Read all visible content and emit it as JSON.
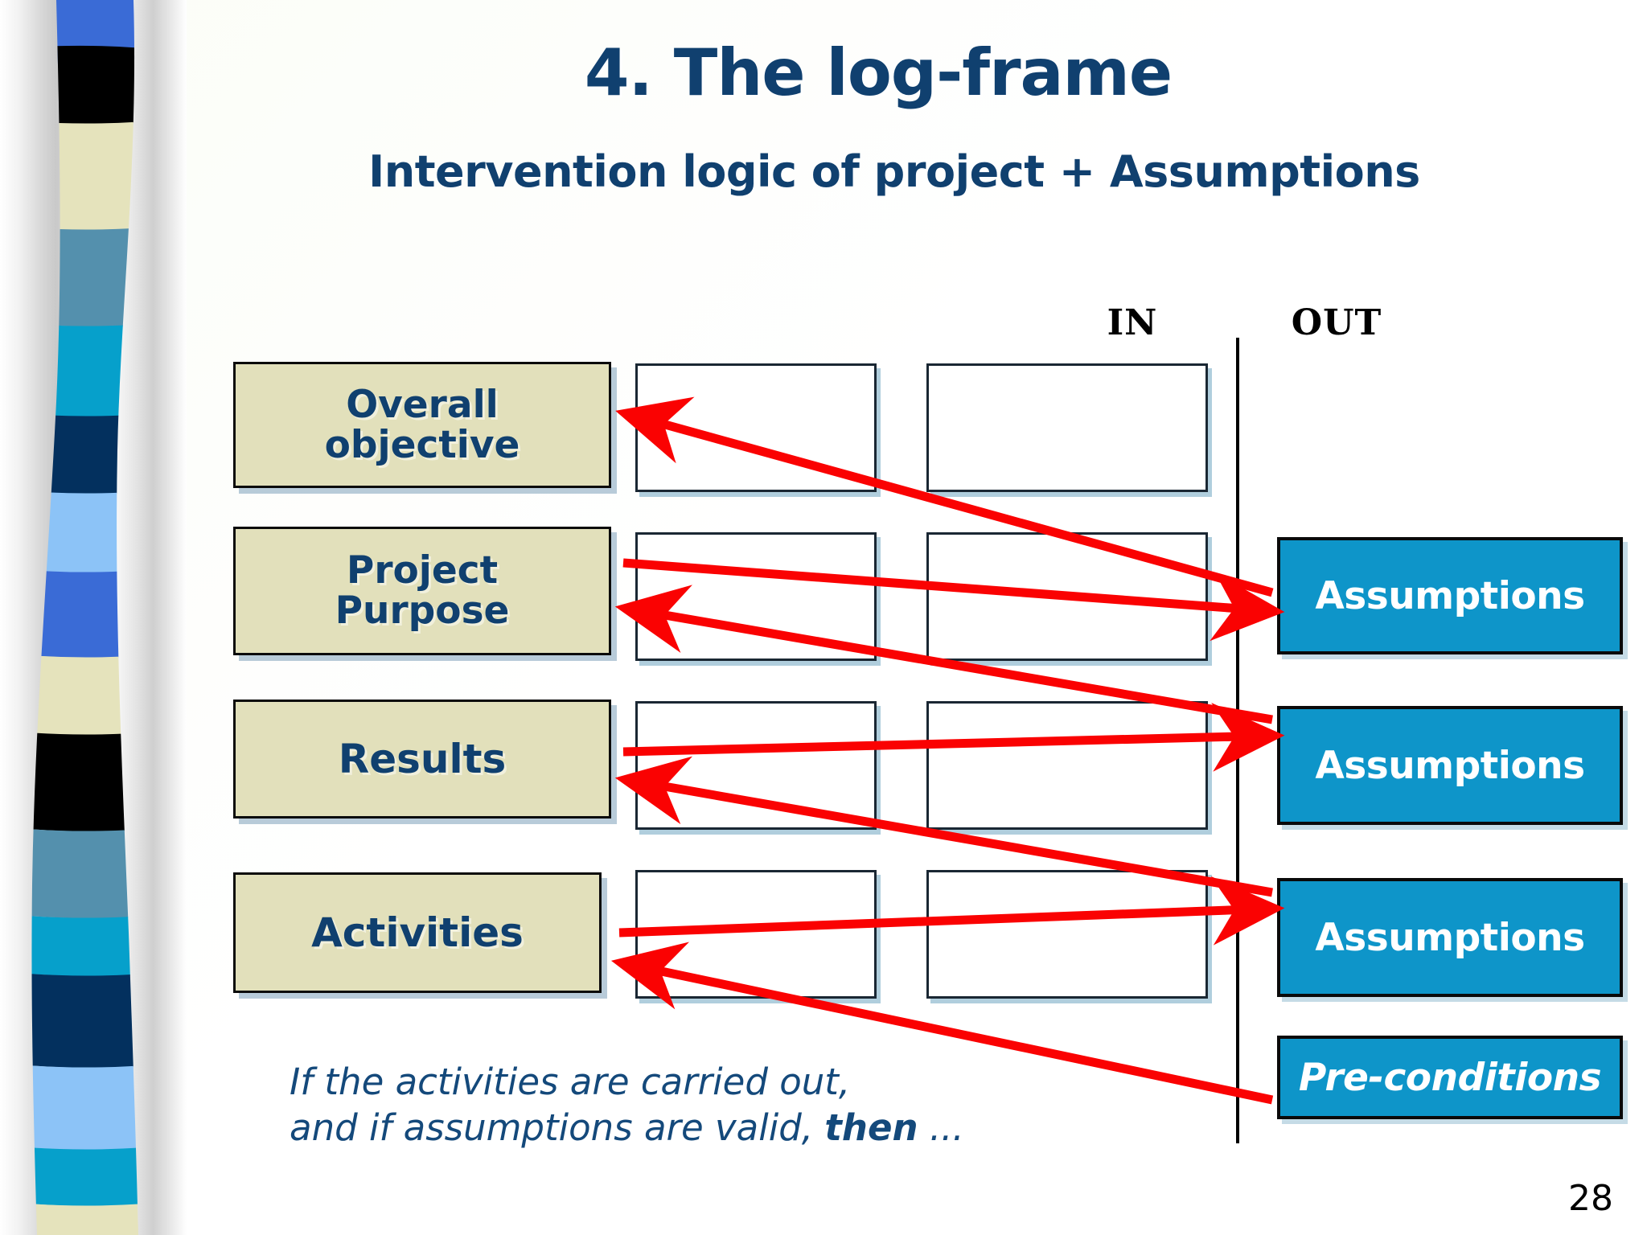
{
  "slide": {
    "title": "4. The log-frame",
    "subtitle": "Intervention logic of project + Assumptions",
    "page_number": "28",
    "accent_navy": "#10406f",
    "accent_cyan": "#0e95c9",
    "accent_beige": "#e2e0bb",
    "arrow_color": "#fa0202"
  },
  "column_headers": {
    "in": "IN",
    "out": "OUT"
  },
  "rows": [
    {
      "label": "Overall\nobjective",
      "label_line1": "Overall",
      "label_line2": "objective",
      "right_label": ""
    },
    {
      "label": "Project\nPurpose",
      "label_line1": "Project",
      "label_line2": "Purpose",
      "right_label": "Assumptions"
    },
    {
      "label": "Results",
      "label_line1": "Results",
      "label_line2": "",
      "right_label": "Assumptions"
    },
    {
      "label": "Activities",
      "label_line1": "Activities",
      "label_line2": "",
      "right_label": "Assumptions"
    }
  ],
  "preconditions": {
    "label": "Pre-conditions"
  },
  "footer": {
    "line1": "If the activities are carried out,",
    "line2_a": "and if assumptions are valid, ",
    "line2_bold": "then",
    "line2_b": " ..."
  },
  "indicator_cells": {
    "count": 8,
    "note": "empty indicator / means-of-verification cells"
  }
}
